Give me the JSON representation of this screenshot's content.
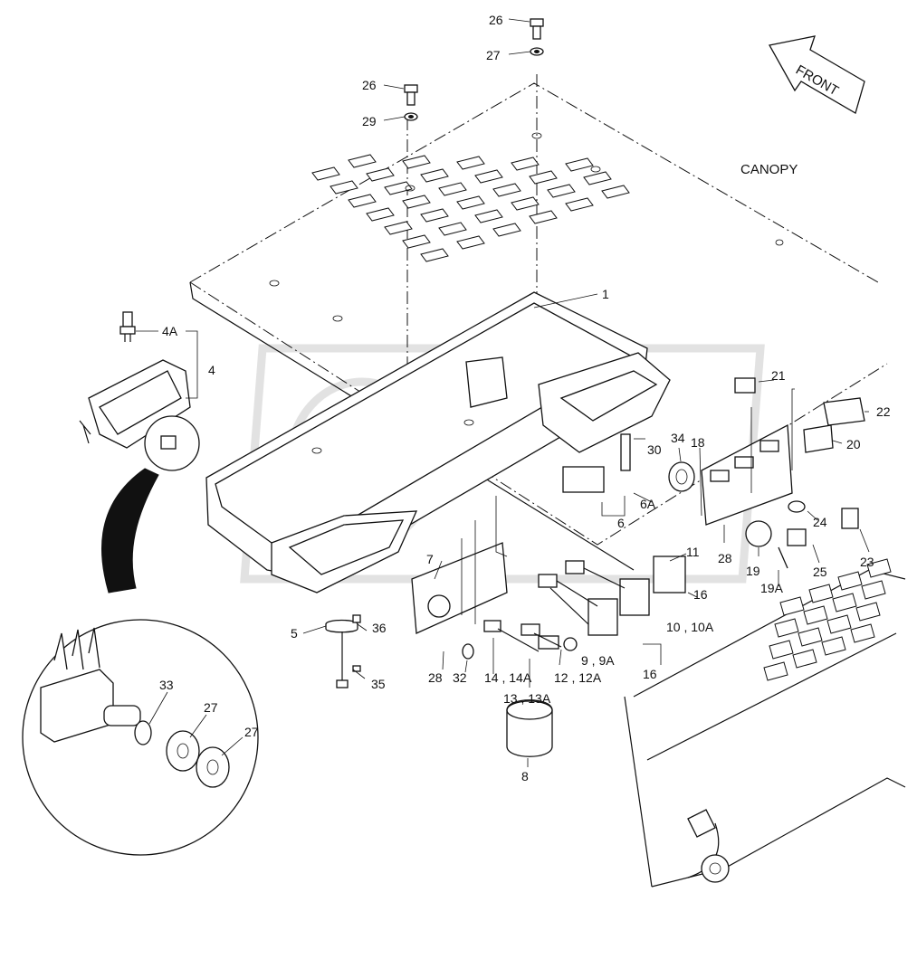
{
  "labels": {
    "canopy": "CANOPY",
    "front": "FRONT",
    "p1": "1",
    "p4": "4",
    "p4a": "4A",
    "p5": "5",
    "p6": "6",
    "p6a": "6A",
    "p7": "7",
    "p8": "8",
    "p9": "9 , 9A",
    "p10": "10 , 10A",
    "p11": "11",
    "p12": "12 , 12A",
    "p13": "13 , 13A",
    "p14": "14 , 14A",
    "p16a": "16",
    "p16b": "16",
    "p18": "18",
    "p19": "19",
    "p19a": "19A",
    "p20": "20",
    "p21": "21",
    "p22": "22",
    "p23": "23",
    "p24": "24",
    "p25": "25",
    "p26a": "26",
    "p26b": "26",
    "p27a": "27",
    "p27b": "27",
    "p27c": "27",
    "p28a": "28",
    "p28b": "28",
    "p29": "29",
    "p30": "30",
    "p32": "32",
    "p33": "33",
    "p34": "34",
    "p35": "35",
    "p36": "36"
  }
}
